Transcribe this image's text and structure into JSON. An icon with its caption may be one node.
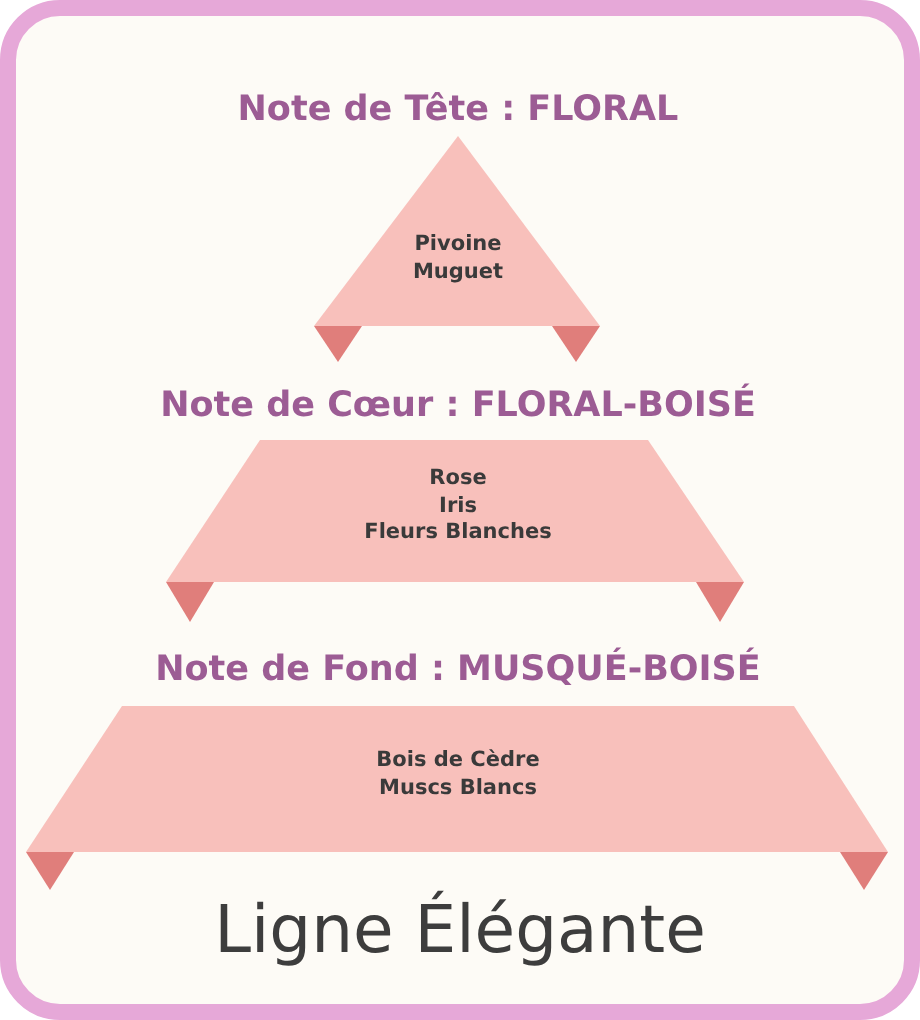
{
  "diagram": {
    "title": "Ligne Élégante",
    "nodes": [
      {
        "text": [
          "Note de Tête : FLORAL",
          "Pivoine",
          "Muguet"
        ]
      },
      {
        "text": [
          "Note de Cœur : FLORAL-BOISÉ",
          "Rose",
          "Iris",
          "Fleurs Blanches"
        ]
      },
      {
        "text": [
          "Note de Fond : MUSQUÉ-BOISÉ",
          "Bois de Cèdre",
          "Muscs Blancs"
        ]
      }
    ],
    "edges": []
  }
}
